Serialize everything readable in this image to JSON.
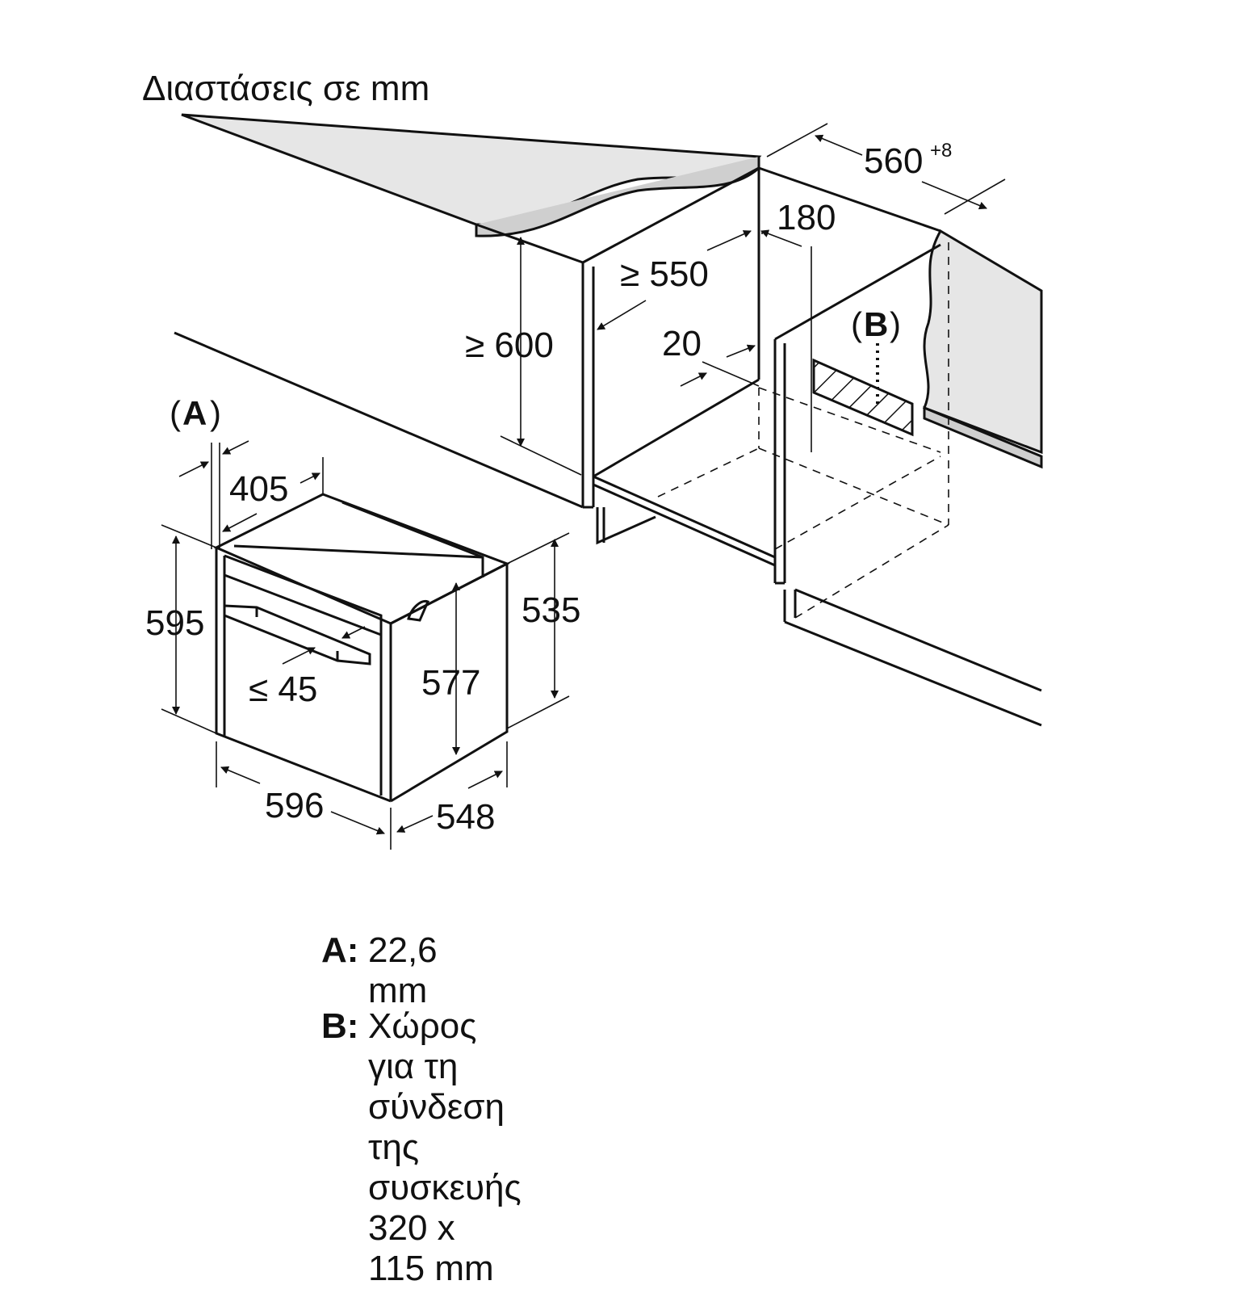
{
  "title": "Διαστάσεις σε mm",
  "labels": {
    "A": "A",
    "B": "B",
    "paren_open": "(",
    "paren_close": ")"
  },
  "dimensions": {
    "niche_width": "560",
    "niche_width_tolerance": "+8",
    "rear_gap": "180",
    "niche_depth": "≥ 550",
    "niche_height": "≥ 600",
    "front_offset": "20",
    "door_offset": "405",
    "oven_height": "595",
    "oven_body_height": "577",
    "oven_body_depth_side": "535",
    "handle_projection": "≤ 45",
    "oven_width": "596",
    "oven_depth": "548"
  },
  "legend": [
    {
      "key": "A:",
      "text": "22,6 mm"
    },
    {
      "key": "B:",
      "text": "Χώρος για τη σύνδεση της\nσυσκευής 320 x 115 mm"
    }
  ],
  "colors": {
    "countertop": "#e6e6e6",
    "line": "#111111"
  }
}
